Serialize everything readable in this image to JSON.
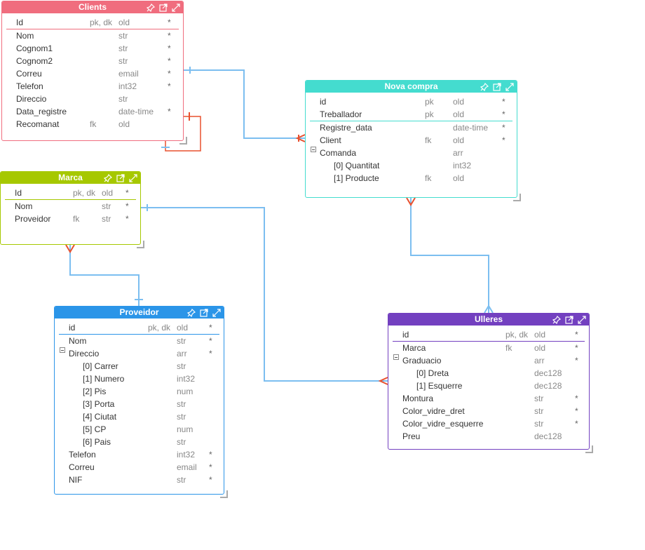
{
  "colors": {
    "clients": "#f06d7e",
    "nova_compra": "#44dccf",
    "marca": "#a6c800",
    "proveidor": "#2b95e8",
    "ulleres": "#7340c0",
    "line_blue": "#7cbef0",
    "line_red": "#e8502e"
  },
  "header_icons": [
    "pin-icon",
    "external-link-icon",
    "expand-icon"
  ],
  "tables": {
    "clients": {
      "title": "Clients",
      "rows": [
        {
          "name": "Id",
          "key": "pk, dk",
          "type": "old",
          "req": "*"
        },
        {
          "name": "Nom",
          "key": "",
          "type": "str",
          "req": "*"
        },
        {
          "name": "Cognom1",
          "key": "",
          "type": "str",
          "req": "*"
        },
        {
          "name": "Cognom2",
          "key": "",
          "type": "str",
          "req": "*"
        },
        {
          "name": "Correu",
          "key": "",
          "type": "email",
          "req": "*"
        },
        {
          "name": "Telefon",
          "key": "",
          "type": "int32",
          "req": "*"
        },
        {
          "name": "Direccio",
          "key": "",
          "type": "str",
          "req": ""
        },
        {
          "name": "Data_registre",
          "key": "",
          "type": "date-time",
          "req": "*"
        },
        {
          "name": "Recomanat",
          "key": "fk",
          "type": "old",
          "req": ""
        }
      ]
    },
    "nova_compra": {
      "title": "Nova compra",
      "rows": [
        {
          "name": "id",
          "key": "pk",
          "type": "old",
          "req": "*"
        },
        {
          "name": "Treballador",
          "key": "pk",
          "type": "old",
          "req": "*"
        },
        {
          "name": "Registre_data",
          "key": "",
          "type": "date-time",
          "req": "*"
        },
        {
          "name": "Client",
          "key": "fk",
          "type": "old",
          "req": "*"
        },
        {
          "name": "Comanda",
          "key": "",
          "type": "arr",
          "req": ""
        },
        {
          "name": "[0] Quantitat",
          "key": "",
          "type": "int32",
          "req": ""
        },
        {
          "name": "[1] Producte",
          "key": "fk",
          "type": "old",
          "req": ""
        }
      ]
    },
    "marca": {
      "title": "Marca",
      "rows": [
        {
          "name": "Id",
          "key": "pk, dk",
          "type": "old",
          "req": "*"
        },
        {
          "name": "Nom",
          "key": "",
          "type": "str",
          "req": "*"
        },
        {
          "name": "Proveidor",
          "key": "fk",
          "type": "str",
          "req": "*"
        }
      ]
    },
    "proveidor": {
      "title": "Proveidor",
      "rows": [
        {
          "name": "id",
          "key": "pk, dk",
          "type": "old",
          "req": "*"
        },
        {
          "name": "Nom",
          "key": "",
          "type": "str",
          "req": "*"
        },
        {
          "name": "Direccio",
          "key": "",
          "type": "arr",
          "req": "*"
        },
        {
          "name": "[0] Carrer",
          "key": "",
          "type": "str",
          "req": ""
        },
        {
          "name": "[1] Numero",
          "key": "",
          "type": "int32",
          "req": ""
        },
        {
          "name": "[2] Pis",
          "key": "",
          "type": "num",
          "req": ""
        },
        {
          "name": "[3] Porta",
          "key": "",
          "type": "str",
          "req": ""
        },
        {
          "name": "[4] Ciutat",
          "key": "",
          "type": "str",
          "req": ""
        },
        {
          "name": "[5] CP",
          "key": "",
          "type": "num",
          "req": ""
        },
        {
          "name": "[6] Pais",
          "key": "",
          "type": "str",
          "req": ""
        },
        {
          "name": "Telefon",
          "key": "",
          "type": "int32",
          "req": "*"
        },
        {
          "name": "Correu",
          "key": "",
          "type": "email",
          "req": "*"
        },
        {
          "name": "NIF",
          "key": "",
          "type": "str",
          "req": "*"
        }
      ]
    },
    "ulleres": {
      "title": "Ulleres",
      "rows": [
        {
          "name": "id",
          "key": "pk, dk",
          "type": "old",
          "req": "*"
        },
        {
          "name": "Marca",
          "key": "fk",
          "type": "old",
          "req": "*"
        },
        {
          "name": "Graduacio",
          "key": "",
          "type": "arr",
          "req": "*"
        },
        {
          "name": "[0] Dreta",
          "key": "",
          "type": "dec128",
          "req": ""
        },
        {
          "name": "[1] Esquerre",
          "key": "",
          "type": "dec128",
          "req": ""
        },
        {
          "name": "Montura",
          "key": "",
          "type": "str",
          "req": "*"
        },
        {
          "name": "Color_vidre_dret",
          "key": "",
          "type": "str",
          "req": "*"
        },
        {
          "name": "Color_vidre_esquerre",
          "key": "",
          "type": "str",
          "req": "*"
        },
        {
          "name": "Preu",
          "key": "",
          "type": "dec128",
          "req": ""
        }
      ]
    }
  }
}
